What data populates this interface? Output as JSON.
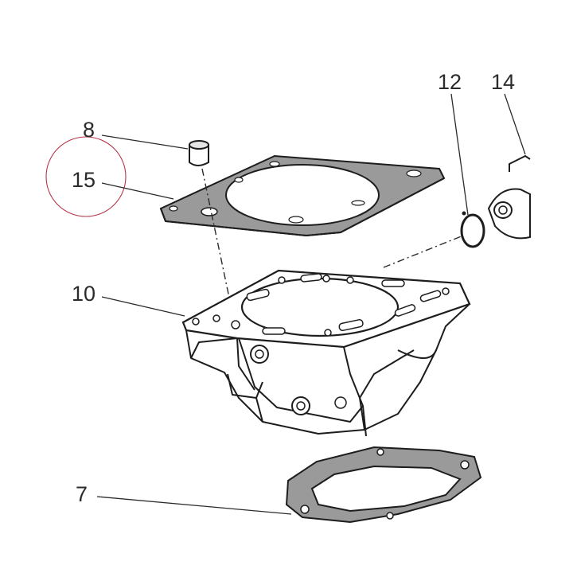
{
  "diagram": {
    "callouts": {
      "part_7": "7",
      "part_8": "8",
      "part_10": "10",
      "part_12": "12",
      "part_14": "14",
      "part_15": "15"
    },
    "highlight_color": "#b5364a",
    "line_color": "#1d1d1d",
    "gasket_color": "#9a9a9a"
  }
}
